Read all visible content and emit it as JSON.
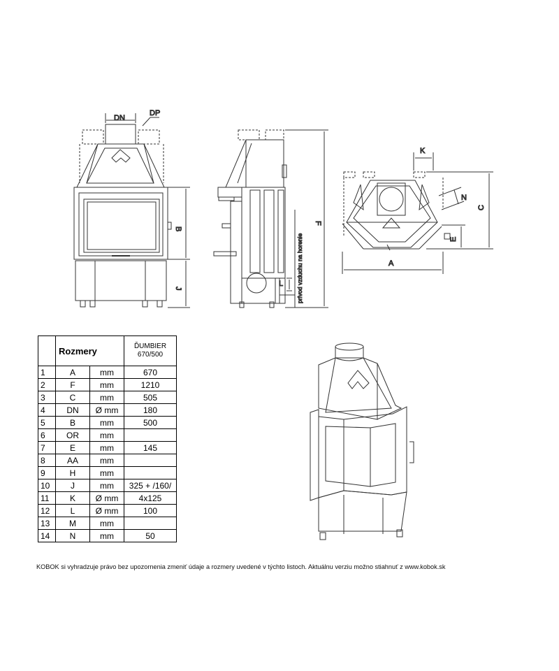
{
  "labels": {
    "dn": "DN",
    "dp": "DP",
    "b": "B",
    "j": "J",
    "f": "F",
    "l": "L",
    "k": "K",
    "c": "C",
    "n": "N",
    "e": "E",
    "a": "A",
    "air_supply": "prívod vzduchu na horenie"
  },
  "table": {
    "title": "Rozmery",
    "model_line1": "ĎUMBIER",
    "model_line2": "670/500",
    "rows": [
      {
        "no": "1",
        "sym": "A",
        "unit": "mm",
        "val": "670"
      },
      {
        "no": "2",
        "sym": "F",
        "unit": "mm",
        "val": "1210"
      },
      {
        "no": "3",
        "sym": "C",
        "unit": "mm",
        "val": "505"
      },
      {
        "no": "4",
        "sym": "DN",
        "unit": "Ø mm",
        "val": "180"
      },
      {
        "no": "5",
        "sym": "B",
        "unit": "mm",
        "val": "500"
      },
      {
        "no": "6",
        "sym": "OR",
        "unit": "mm",
        "val": ""
      },
      {
        "no": "7",
        "sym": "E",
        "unit": "mm",
        "val": "145"
      },
      {
        "no": "8",
        "sym": "AA",
        "unit": "mm",
        "val": ""
      },
      {
        "no": "9",
        "sym": "H",
        "unit": "mm",
        "val": ""
      },
      {
        "no": "10",
        "sym": "J",
        "unit": "mm",
        "val": "325 + /160/"
      },
      {
        "no": "11",
        "sym": "K",
        "unit": "Ø mm",
        "val": "4x125"
      },
      {
        "no": "12",
        "sym": "L",
        "unit": "Ø mm",
        "val": "100"
      },
      {
        "no": "13",
        "sym": "M",
        "unit": "mm",
        "val": ""
      },
      {
        "no": "14",
        "sym": "N",
        "unit": "mm",
        "val": "50"
      }
    ]
  },
  "footnote": "KOBOK si vyhradzuje právo bez upozornenia zmeniť údaje a rozmery uvedené v týchto listoch. Aktuálnu verziu možno stiahnuť z www.kobok.sk"
}
